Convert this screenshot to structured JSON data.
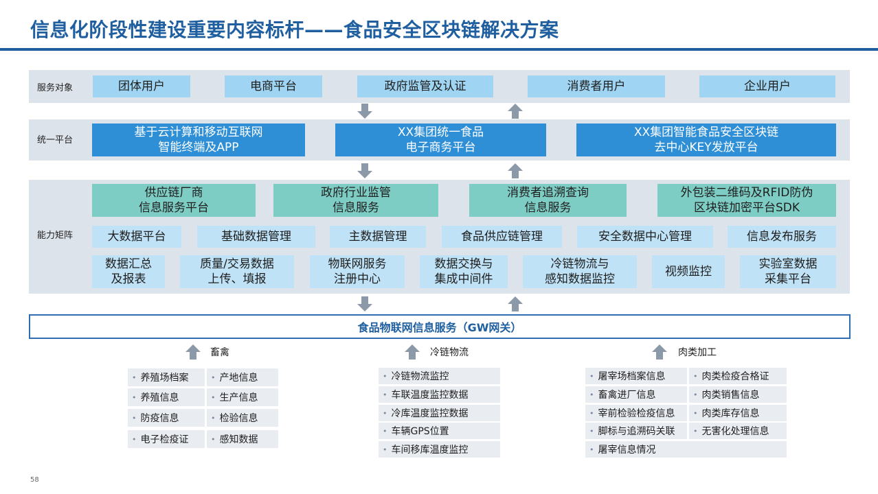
{
  "title": "信息化阶段性建设重要内容标杆——食品安全区块链解决方案",
  "rows": {
    "service": {
      "label": "服务对象",
      "items": [
        "团体用户",
        "电商平台",
        "政府监管及认证",
        "消费者用户",
        "企业用户"
      ]
    },
    "platform": {
      "label": "统一平台",
      "items": [
        [
          "基于云计算和移动互联网",
          "智能终端及APP"
        ],
        [
          "XX集团统一食品",
          "电子商务平台"
        ],
        [
          "XX集团智能食品安全区块链",
          "去中心KEY发放平台"
        ]
      ]
    },
    "capability": {
      "label": "能力矩阵",
      "top": [
        [
          "供应链厂商",
          "信息服务平台"
        ],
        [
          "政府行业监管",
          "信息服务"
        ],
        [
          "消费者追溯查询",
          "信息服务"
        ],
        [
          "外包装二维码及RFID防伪",
          "区块链加密平台SDK"
        ]
      ],
      "middle": [
        "大数据平台",
        "基础数据管理",
        "主数据管理",
        "食品供应链管理",
        "安全数据中心管理",
        "信息发布服务"
      ],
      "bottom": [
        [
          "数据汇总",
          "及报表"
        ],
        [
          "质量/交易数据",
          "上传、填报"
        ],
        [
          "物联网服务",
          "注册中心"
        ],
        [
          "数据交换与",
          "集成中间件"
        ],
        [
          "冷链物流与",
          "感知数据监控"
        ],
        [
          "视频监控"
        ],
        [
          "实验室数据",
          "采集平台"
        ]
      ]
    }
  },
  "gateway": "食品物联网信息服务（GW网关）",
  "sources": {
    "livestock": {
      "label": "畜禽",
      "col1": [
        "养殖场档案",
        "养殖信息",
        "防疫信息",
        "电子检疫证"
      ],
      "col2": [
        "产地信息",
        "生产信息",
        "检验信息",
        "感知数据"
      ]
    },
    "coldchain": {
      "label": "冷链物流",
      "items": [
        "冷链物流监控",
        "车联温度监控数据",
        "冷库温度监控数据",
        "车辆GPS位置",
        "车间移库温度监控"
      ]
    },
    "meat": {
      "label": "肉类加工",
      "col1": [
        "屠宰场档案信息",
        "畜禽进厂信息",
        "宰前检验检疫信息",
        "脚标与追溯码关联",
        "屠宰信息情况"
      ],
      "col2": [
        "肉类检疫合格证",
        "肉类销售信息",
        "肉类库存信息",
        "无害化处理信息"
      ]
    }
  },
  "page_number": "58",
  "colors": {
    "title": "#1f5fa0",
    "band": "#dde3ea",
    "light_blue": "#9fd5f2",
    "dark_blue": "#2e8fd6",
    "teal": "#7ecdc5",
    "arrow": "#8c99a8"
  }
}
